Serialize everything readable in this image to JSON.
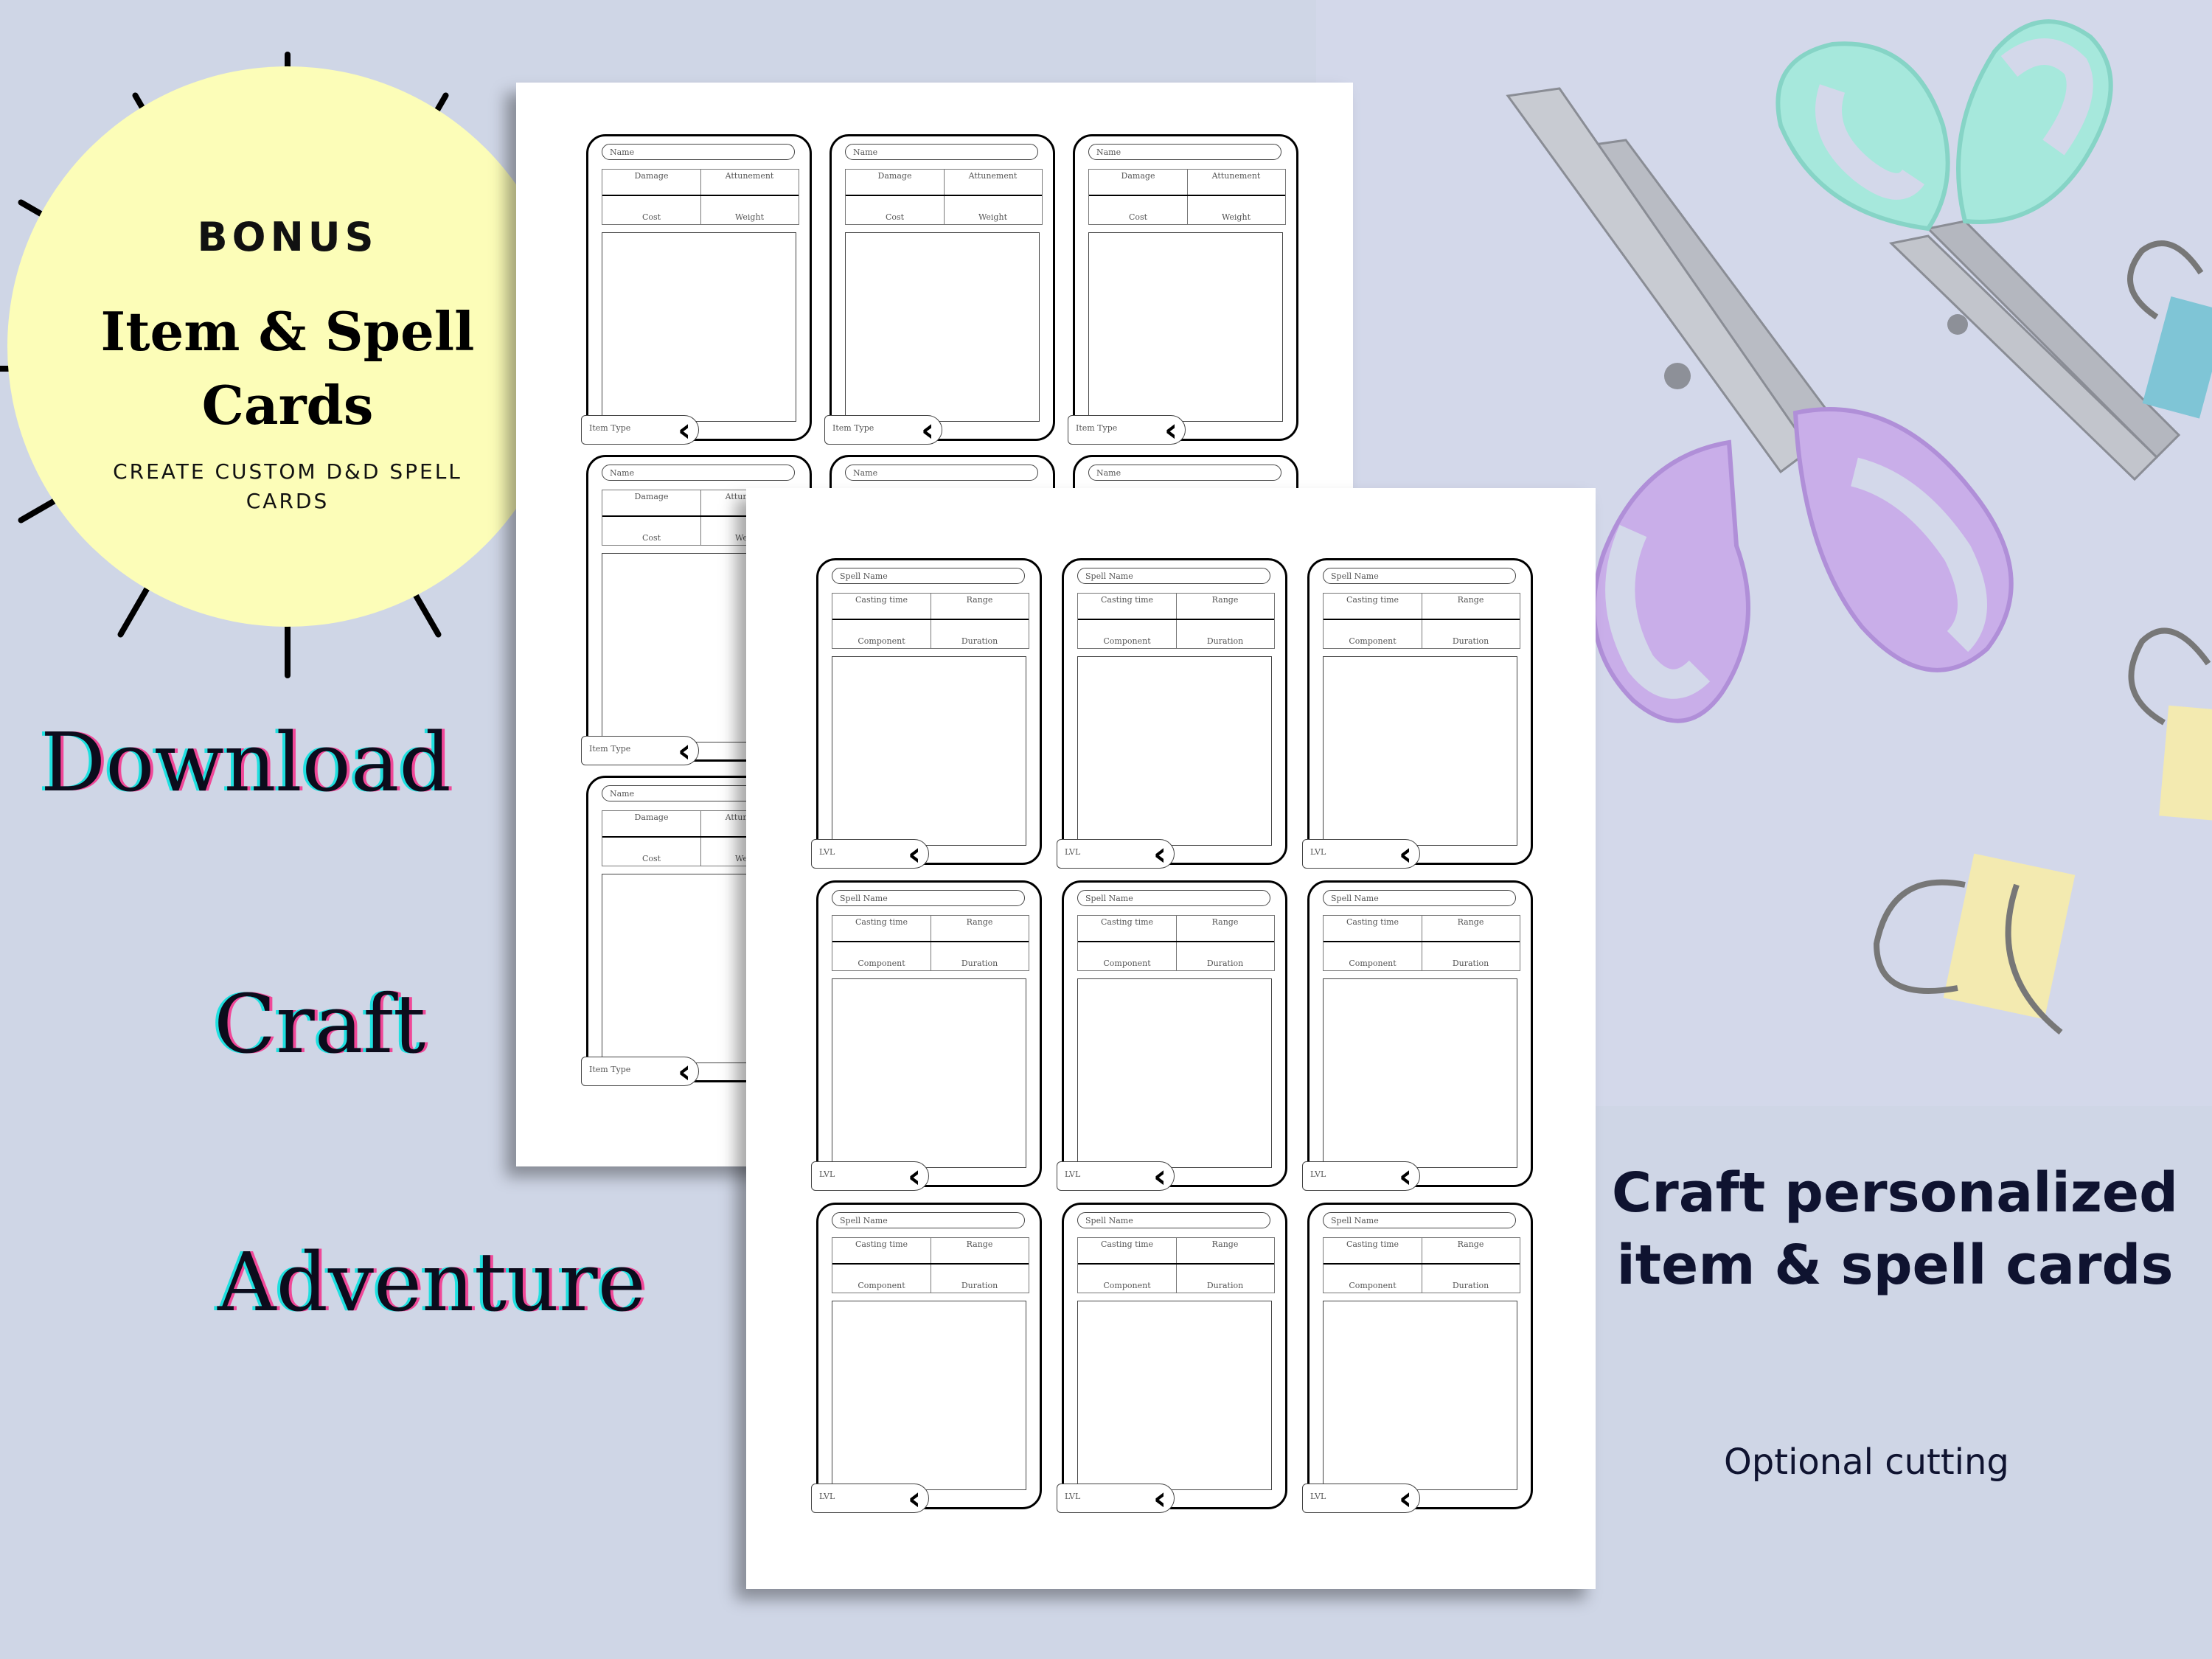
{
  "badge": {
    "bonus": "BONUS",
    "title_line1": "Item & Spell",
    "title_line2": "Cards",
    "subtitle_line1": "CREATE CUSTOM D&D SPELL",
    "subtitle_line2": "CARDS"
  },
  "steps": [
    "Download",
    "Craft",
    "Adventure"
  ],
  "item_card": {
    "name": "Name",
    "field_tl": "Damage",
    "field_tr": "Attunement",
    "field_bl": "Cost",
    "field_br": "Weight",
    "ribbon": "Item Type"
  },
  "spell_card": {
    "name": "Spell Name",
    "field_tl": "Casting time",
    "field_tr": "Range",
    "field_bl": "Component",
    "field_br": "Duration",
    "ribbon": "LVL"
  },
  "promo": {
    "line1": "Craft personalized",
    "line2": "item & spell cards",
    "note": "Optional cutting"
  },
  "colors": {
    "background": "#cfd6e6",
    "badge": "#fcfdb8",
    "text": "#0f1330",
    "glitch_cyan": "#1fe0e0",
    "glitch_pink": "#f04898"
  }
}
